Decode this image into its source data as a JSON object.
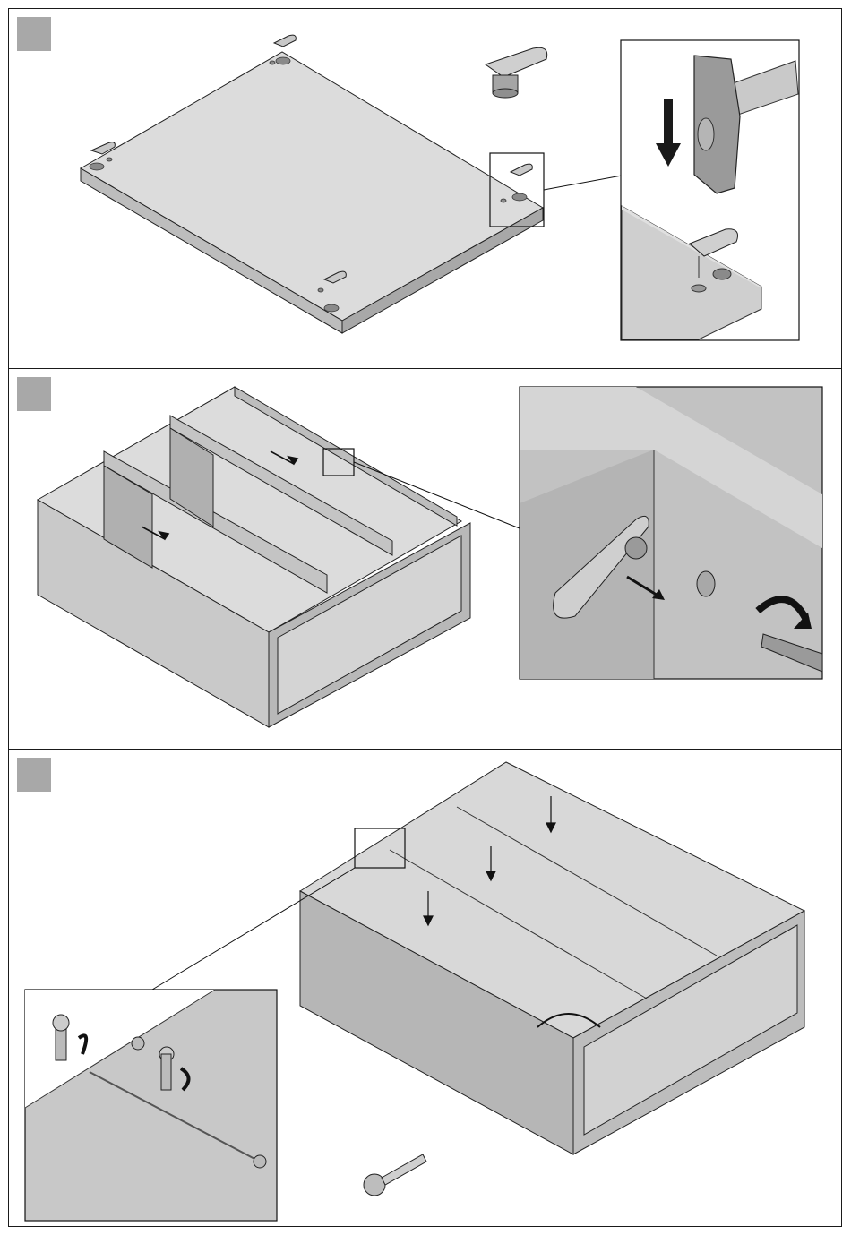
{
  "document": {
    "type": "assembly-instructions",
    "colors": {
      "badge": "#a8a8a8",
      "panel_light": "#d9d9d9",
      "panel_mid": "#bdbdbd",
      "panel_dark": "#9e9e9e",
      "line": "#1a1a1a"
    },
    "steps": [
      {
        "icon": "gray-square-icon",
        "illustration": "bottom-panel-cam-fittings"
      },
      {
        "icon": "gray-square-icon",
        "illustration": "frame-with-dividers-cam-lock"
      },
      {
        "icon": "gray-square-icon",
        "illustration": "back-panels-screwed"
      }
    ]
  }
}
